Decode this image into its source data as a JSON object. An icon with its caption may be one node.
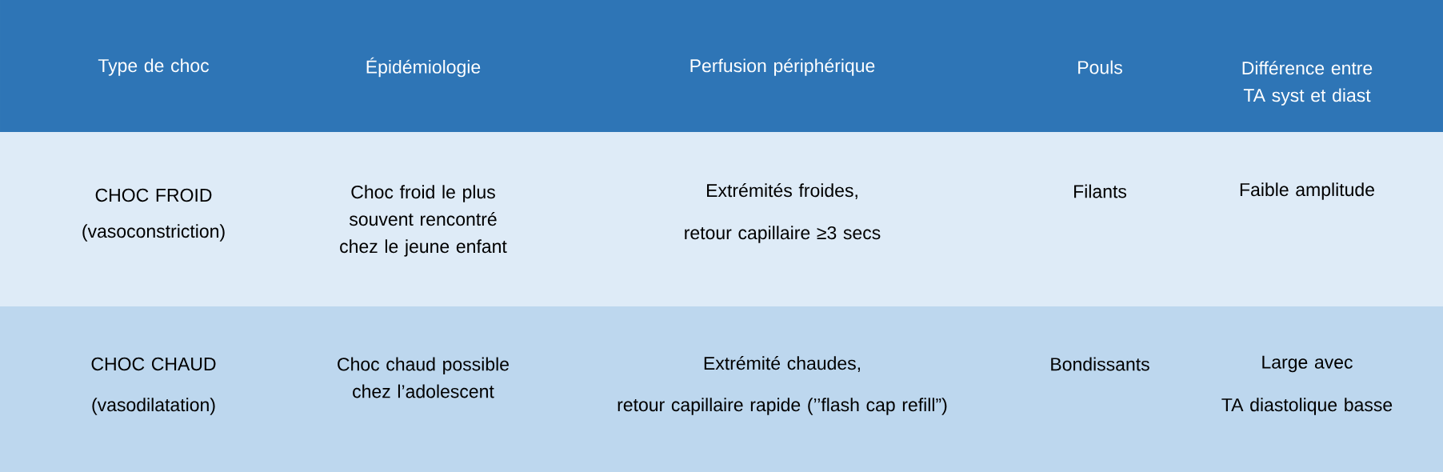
{
  "diagram": {
    "labels": [
      "Type de choc",
      "Épidémiologie",
      "Perfusion périphérique",
      "Pouls",
      "Différence entre TA syst et diast",
      "CHOC FROID",
      "(vasoconstriction)",
      "Choc froid le plus souvent rencontré chez le jeune enfant",
      "Extrémités froides,",
      "retour capillaire ≥3 secs",
      "Filants",
      "Faible amplitude",
      "CHOC CHAUD",
      "(vasodilatation)",
      "Choc chaud possible chez l’adolescent",
      "Extrémité chaudes,",
      "retour capillaire rapide (’’flash cap refill”)",
      "Bondissants",
      "Large avec",
      "TA diastolique basse"
    ]
  }
}
